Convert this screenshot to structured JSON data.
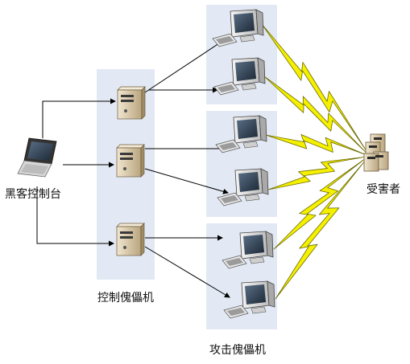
{
  "nodes": {
    "hacker_console": "黑客控制台",
    "control_puppets": "控制傀儡机",
    "attack_puppets": "攻击傀儡机",
    "victim": "受害者"
  },
  "colors": {
    "group_bg": "#e3e9f4",
    "edge": "#000000",
    "bolt_fill": "#f5f000",
    "bolt_stroke": "#6a6a00",
    "monitor_case": "#ececec",
    "screen": "#2b3a4a",
    "server_case": "#d9c9a8"
  }
}
